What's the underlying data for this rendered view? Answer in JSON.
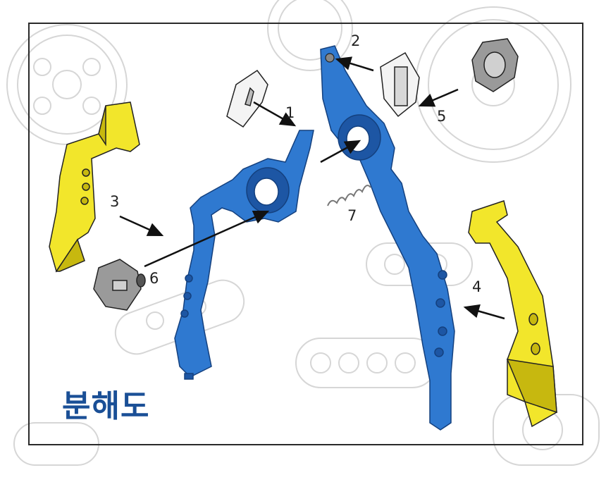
{
  "title": "분해도",
  "callouts": [
    "1",
    "2",
    "3",
    "4",
    "5",
    "6",
    "7"
  ],
  "colors": {
    "blue_part": "#2f79d0",
    "blue_dark": "#1d56a4",
    "yellow_part": "#f2e62b",
    "yellow_dark": "#c7b80f",
    "gray_part": "#9a9a9a",
    "title_color": "#1a4f96",
    "frame": "#2a2a2a",
    "watermark": "#d4d4d4"
  },
  "parts": [
    {
      "callout": "1",
      "name": "small-white-block",
      "color": "white"
    },
    {
      "callout": "2",
      "name": "pin",
      "color": "gray"
    },
    {
      "callout": "3",
      "name": "left-yellow-grip",
      "color": "yellow"
    },
    {
      "callout": "4",
      "name": "right-yellow-grip",
      "color": "yellow"
    },
    {
      "callout": "5",
      "name": "white-block-and-hex-cap",
      "color": "white"
    },
    {
      "callout": "6",
      "name": "gray-hex-nut",
      "color": "gray"
    },
    {
      "callout": "7",
      "name": "spring",
      "color": "gray"
    }
  ]
}
